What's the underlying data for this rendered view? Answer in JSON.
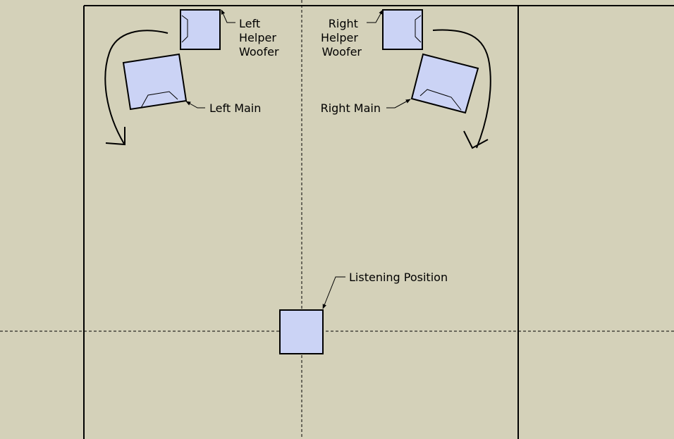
{
  "labels": {
    "left_helper": [
      "Left",
      "Helper",
      "Woofer"
    ],
    "right_helper": [
      "Right",
      "Helper",
      "Woofer"
    ],
    "left_main": "Left Main",
    "right_main": "Right Main",
    "listening": "Listening Position"
  },
  "colors": {
    "background": "#d4d1b9",
    "speaker_fill": "#cbd3f5",
    "line": "#000000"
  }
}
